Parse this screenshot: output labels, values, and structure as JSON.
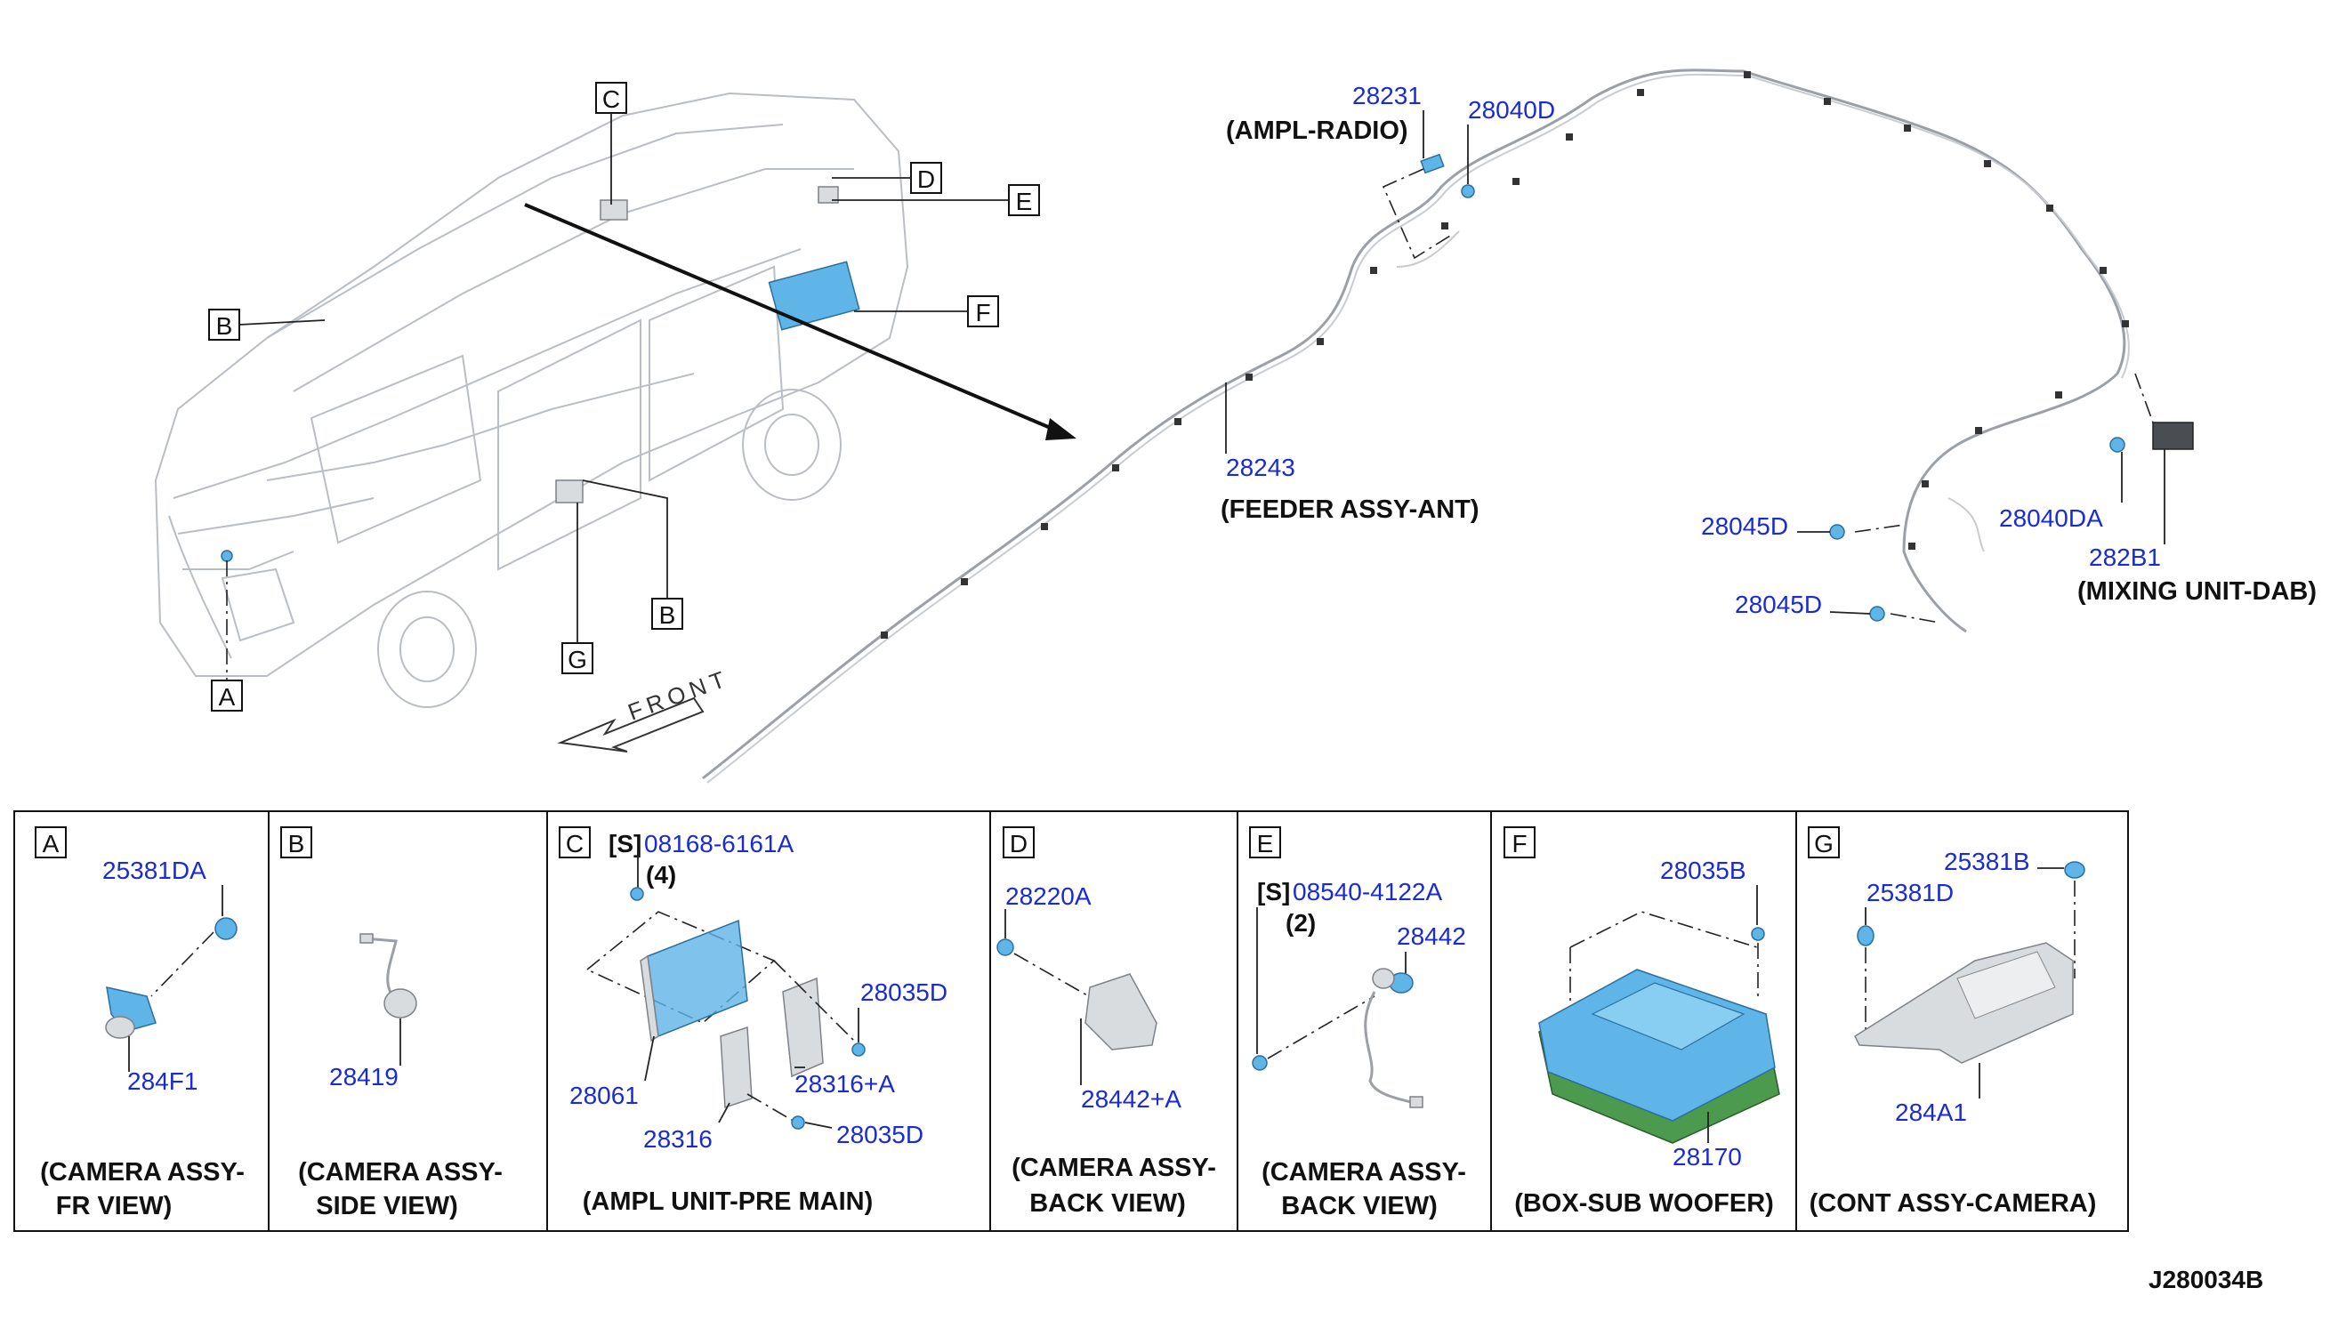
{
  "diagram": {
    "ref_code": "J280034B",
    "main_view": {
      "box_labels": [
        "C",
        "D",
        "E",
        "B",
        "F",
        "B",
        "G",
        "A"
      ],
      "front_label": "FRONT",
      "parts": [
        {
          "number": "28231",
          "name": "(AMPL-RADIO)"
        },
        {
          "number": "28040D",
          "name": ""
        },
        {
          "number": "28243",
          "name": "(FEEDER ASSY-ANT)"
        },
        {
          "number": "28045D",
          "name": ""
        },
        {
          "number": "28045D",
          "name": ""
        },
        {
          "number": "28040DA",
          "name": ""
        },
        {
          "number": "282B1",
          "name": "(MIXING UNIT-DAB)"
        }
      ]
    },
    "panels": [
      {
        "letter": "A",
        "parts": [
          "25381DA",
          "284F1"
        ],
        "caption_lines": [
          "(CAMERA ASSY-",
          "FR VIEW)"
        ]
      },
      {
        "letter": "B",
        "parts": [
          "28419"
        ],
        "caption_lines": [
          "(CAMERA ASSY-",
          "SIDE VIEW)"
        ]
      },
      {
        "letter": "C",
        "screw": {
          "prefix": "[S]",
          "number": "08168-6161A",
          "qty": "(4)"
        },
        "parts": [
          "28035D",
          "28316+A",
          "28061",
          "28316",
          "28035D"
        ],
        "caption_lines": [
          "(AMPL UNIT-PRE MAIN)"
        ]
      },
      {
        "letter": "D",
        "parts": [
          "28220A",
          "28442+A"
        ],
        "caption_lines": [
          "(CAMERA ASSY-",
          "BACK VIEW)"
        ]
      },
      {
        "letter": "E",
        "screw": {
          "prefix": "[S]",
          "number": "08540-4122A",
          "qty": "(2)"
        },
        "parts": [
          "28442"
        ],
        "caption_lines": [
          "(CAMERA ASSY-",
          "BACK VIEW)"
        ]
      },
      {
        "letter": "F",
        "parts": [
          "28035B",
          "28170"
        ],
        "caption_lines": [
          "(BOX-SUB WOOFER)"
        ]
      },
      {
        "letter": "G",
        "parts": [
          "25381B",
          "25381D",
          "284A1"
        ],
        "caption_lines": [
          "(CONT ASSY-CAMERA)"
        ]
      }
    ]
  }
}
